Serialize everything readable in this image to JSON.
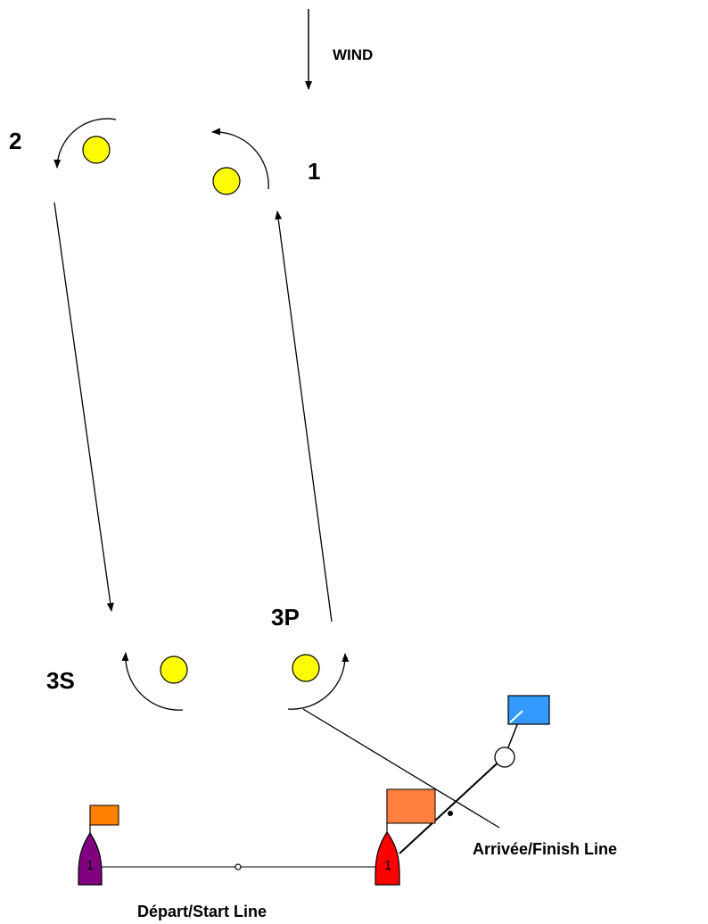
{
  "diagram": {
    "wind_label": "WIND",
    "marks": {
      "m1": "1",
      "m2": "2",
      "m3s": "3S",
      "m3p": "3P"
    },
    "finish_label": "Arrivée/Finish Line",
    "start_label": "Départ/Start Line",
    "boats": {
      "committee_boat_number": "1",
      "pin_boat_number": "1"
    },
    "colors": {
      "buoy": "#ffff00",
      "committee_boat": "#ff0000",
      "pin_boat": "#800080",
      "flag_orange": "#ff7f00",
      "flag_orange_light": "#ff7f3f",
      "flag_blue": "#3399ff"
    }
  }
}
